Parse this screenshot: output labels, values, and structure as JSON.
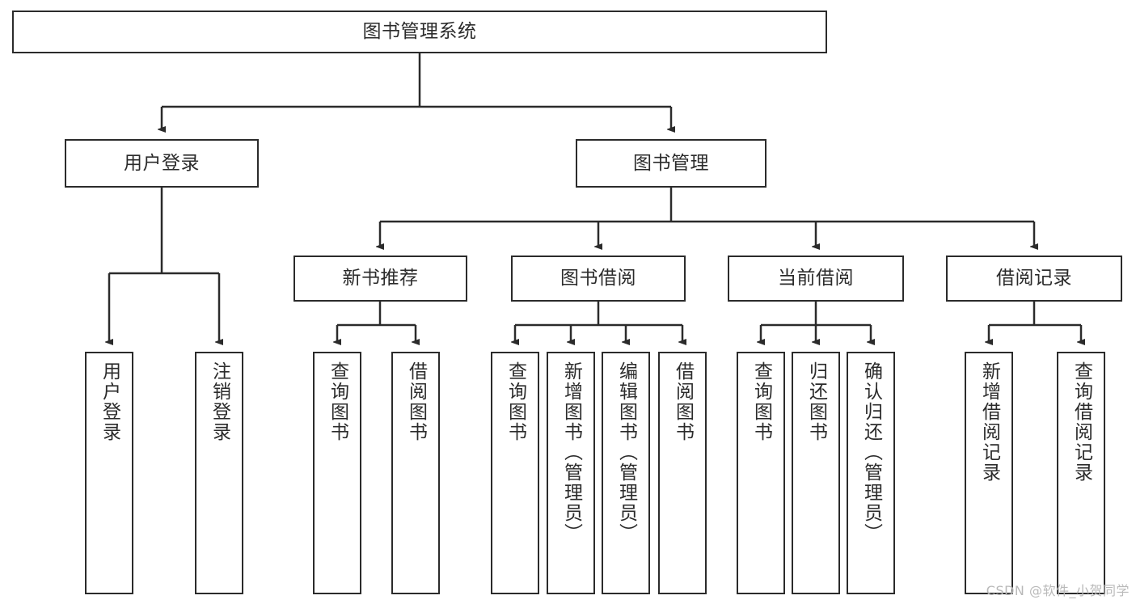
{
  "diagram": {
    "type": "tree",
    "title": "图书管理系统",
    "colors": {
      "stroke": "#2b2b2b",
      "fill": "#ffffff",
      "text": "#2b2b2b",
      "watermark": "#b9b9b9"
    },
    "nodes": {
      "root": {
        "label": "图书管理系统",
        "orientation": "horizontal"
      },
      "level2": [
        {
          "label": "用户登录",
          "orientation": "horizontal"
        },
        {
          "label": "图书管理",
          "orientation": "horizontal"
        }
      ],
      "level3": [
        {
          "label": "新书推荐",
          "orientation": "horizontal"
        },
        {
          "label": "图书借阅",
          "orientation": "horizontal"
        },
        {
          "label": "当前借阅",
          "orientation": "horizontal"
        },
        {
          "label": "借阅记录",
          "orientation": "horizontal"
        }
      ],
      "leaves_user_login": [
        {
          "label": "用户登录",
          "orientation": "vertical"
        },
        {
          "label": "注销登录",
          "orientation": "vertical"
        }
      ],
      "leaves_new_books": [
        {
          "label": "查询图书",
          "orientation": "vertical"
        },
        {
          "label": "借阅图书",
          "orientation": "vertical"
        }
      ],
      "leaves_borrow": [
        {
          "label": "查询图书",
          "orientation": "vertical"
        },
        {
          "label": "新增图书（管理员）",
          "orientation": "vertical"
        },
        {
          "label": "编辑图书（管理员）",
          "orientation": "vertical"
        },
        {
          "label": "借阅图书",
          "orientation": "vertical"
        }
      ],
      "leaves_current": [
        {
          "label": "查询图书",
          "orientation": "vertical"
        },
        {
          "label": "归还图书",
          "orientation": "vertical"
        },
        {
          "label": "确认归还（管理员）",
          "orientation": "vertical"
        }
      ],
      "leaves_records": [
        {
          "label": "新增借阅记录",
          "orientation": "vertical"
        },
        {
          "label": "查询借阅记录",
          "orientation": "vertical"
        }
      ]
    },
    "watermark": "CSDN @软件_小贺同学"
  }
}
